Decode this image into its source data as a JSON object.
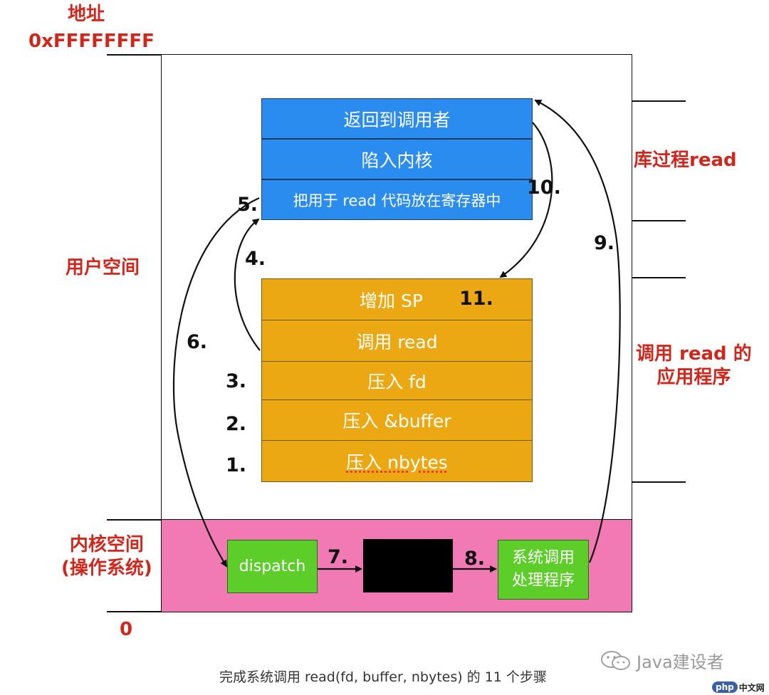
{
  "labels": {
    "address_title": "地址",
    "address_value": "0xFFFFFFFF",
    "user_space": "用户空间",
    "kernel_space_line1": "内核空间",
    "kernel_space_line2": "(操作系统)",
    "zero": "0",
    "library_read": "库过程read",
    "app_calling_read_line1": "调用 read 的",
    "app_calling_read_line2": "应用程序"
  },
  "blue_stack": [
    "返回到调用者",
    "陷入内核",
    "把用于 read 代码放在寄存器中"
  ],
  "orange_stack": [
    "增加 SP",
    "调用 read",
    "压入 fd",
    "压入 &buffer",
    "压入 nbytes"
  ],
  "kernel_boxes": {
    "dispatch": "dispatch",
    "handler_line1": "系统调用",
    "handler_line2": "处理程序"
  },
  "step_numbers": {
    "s1": "1.",
    "s2": "2.",
    "s3": "3.",
    "s4": "4.",
    "s5": "5.",
    "s6": "6.",
    "s7": "7.",
    "s8": "8.",
    "s9": "9.",
    "s10": "10.",
    "s11": "11."
  },
  "caption": "完成系统调用 read(fd, buffer, nbytes) 的 11 个步骤",
  "watermark": {
    "wechat": "Java建设者",
    "php": "php中文网"
  },
  "colors": {
    "label_red": "#d0271d",
    "blue_box": "#2b8cf0",
    "orange_box": "#eba812",
    "kernel_pink": "#f27ab4",
    "green_box": "#5dcd2a"
  }
}
